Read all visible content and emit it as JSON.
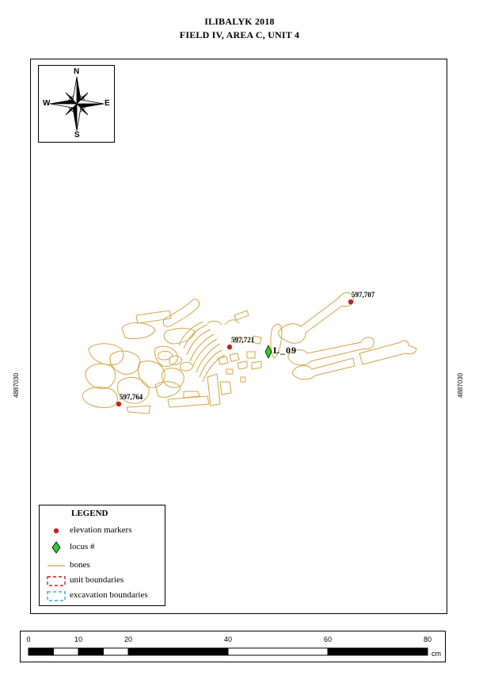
{
  "header": {
    "title_line1": "ILIBALYK 2018",
    "title_line2": "FIELD IV, AREA C, UNIT 4"
  },
  "map": {
    "coordinate_label_left": "4887030",
    "coordinate_label_right": "4887030",
    "bones_color": "#d4a343",
    "elevation_markers": [
      {
        "label": "597,707"
      },
      {
        "label": "597,721"
      },
      {
        "label": "597,764"
      }
    ],
    "locus": {
      "label": "L_09",
      "color": "#2ecc2e"
    }
  },
  "compass": {
    "north": "N",
    "south": "S",
    "east": "E",
    "west": "W"
  },
  "legend": {
    "title": "LEGEND",
    "items": [
      {
        "label": "elevation markers",
        "symbol": "red-dot",
        "color": "#cc1f1f"
      },
      {
        "label": "locus #",
        "symbol": "green-diamond",
        "color": "#2ecc2e"
      },
      {
        "label": "bones",
        "symbol": "tan-line",
        "color": "#d4a343"
      },
      {
        "label": "unit boundaries",
        "symbol": "red-dashed-rect",
        "color": "#cc1f1f"
      },
      {
        "label": "excavation boundaries",
        "symbol": "blue-dashed-rect",
        "color": "#3fa9d9"
      }
    ]
  },
  "scale_bar": {
    "ticks": [
      "0",
      "10",
      "20",
      "40",
      "60",
      "80"
    ],
    "unit": "cm"
  }
}
